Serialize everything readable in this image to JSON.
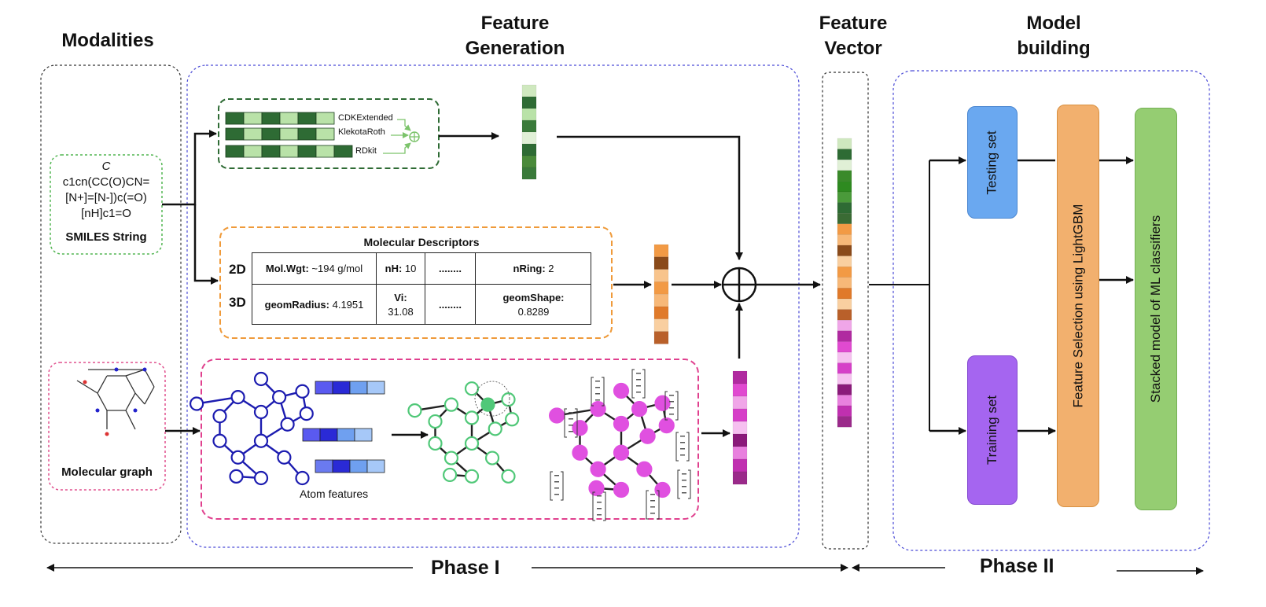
{
  "headers": {
    "modalities": "Modalities",
    "feature_generation_line1": "Feature",
    "feature_generation_line2": "Generation",
    "feature_vector_line1": "Feature",
    "feature_vector_line2": "Vector",
    "model_building_line1": "Model",
    "model_building_line2": "building"
  },
  "smiles": {
    "line1": "C",
    "line2": "c1cn(CC(O)CN=",
    "line3": "[N+]=[N-])c(=O)",
    "line4": "[nH]c1=O",
    "caption": "SMILES String"
  },
  "graph": {
    "caption": "Molecular graph"
  },
  "fingerprints": [
    "CDKExtended",
    "KlekotaRoth",
    "RDkit"
  ],
  "descriptors": {
    "title": "Molecular Descriptors",
    "row_2d": "2D",
    "row_3d": "3D",
    "molwgt_label": "Mol.Wgt:",
    "molwgt_value": " ~194 g/mol",
    "nh_label": "nH:",
    "nh_value": " 10",
    "ellipsis": "........",
    "nring_label": "nRing:",
    "nring_value": " 2",
    "geomradius_label": "geomRadius:",
    "geomradius_value": " 4.1951",
    "vi_label": "Vi:",
    "vi_value": "31.08",
    "geomshape_label": "geomShape:",
    "geomshape_value": "0.8289"
  },
  "gnn": {
    "atom_features": "Atom features"
  },
  "model": {
    "testing_set": "Testing set",
    "training_set": "Training set",
    "feature_selection": "Feature Selection using LightGBM",
    "stacked_model": "Stacked model of ML classifiers"
  },
  "phases": {
    "phase1": "Phase I",
    "phase2": "Phase II"
  },
  "colors": {
    "green_dark": "#2e6b34",
    "green_light": "#b9e2a8",
    "orange": "#f29a45",
    "magenta": "#d63fc8",
    "blue_node": "#1c1cb0",
    "testing_box": "#6aa8f0",
    "training_box": "#a565f0",
    "selection_box": "#f2b06e",
    "stacked_box": "#95cd72"
  }
}
